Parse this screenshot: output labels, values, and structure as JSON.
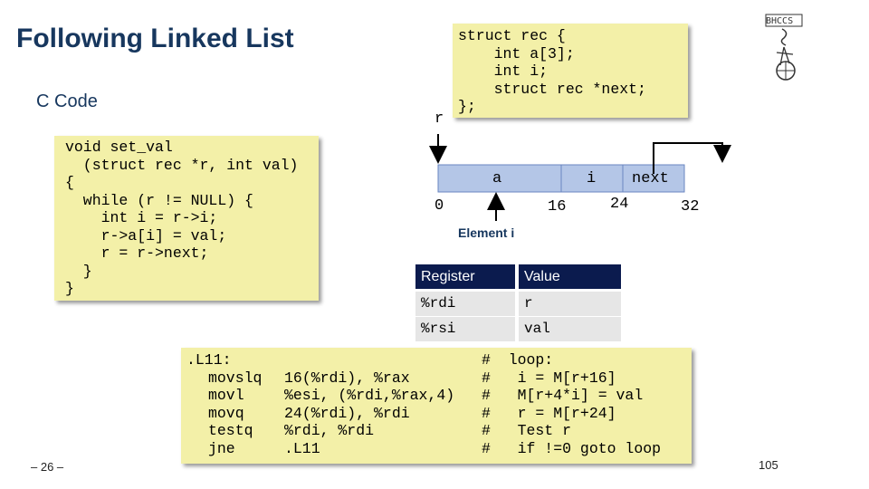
{
  "title": "Following Linked List",
  "subtitle": "C Code",
  "struct_code": [
    "struct rec {",
    "    int a[3];",
    "    int i;",
    "    struct rec *next;",
    "};"
  ],
  "pointer_label": "r",
  "c_code": [
    "void set_val",
    "  (struct rec *r, int val)",
    "{",
    "  while (r != NULL) {",
    "    int i = r->i;",
    "    r->a[i] = val;",
    "    r = r->next;",
    "  }",
    "}"
  ],
  "memory_layout": {
    "fields": [
      "a",
      "i",
      "next"
    ],
    "offsets": [
      "0",
      "16",
      "24",
      "32"
    ],
    "element_label": "Element i"
  },
  "register_table": {
    "headers": [
      "Register",
      "Value"
    ],
    "rows": [
      [
        "%rdi",
        "r"
      ],
      [
        "%rsi",
        "val"
      ]
    ]
  },
  "asm_code": {
    "label_line": ".L11:",
    "instructions": [
      {
        "op": "movslq",
        "args": "16(%rdi), %rax",
        "comment": "#   i = M[r+16]"
      },
      {
        "op": "movl",
        "args": "%esi, (%rdi,%rax,4)",
        "comment": "#   M[r+4*i] = val"
      },
      {
        "op": "movq",
        "args": "24(%rdi), %rdi",
        "comment": "#   r = M[r+24]"
      },
      {
        "op": "testq",
        "args": "%rdi, %rdi",
        "comment": "#   Test r"
      },
      {
        "op": "jne",
        "args": ".L11",
        "comment": "#   if !=0 goto loop"
      }
    ],
    "first_comment": "#  loop:"
  },
  "footer": {
    "page_label": "– 26 –",
    "slide_number": "105"
  },
  "colors": {
    "title": "#17375e",
    "code_box": "#f3f0a8",
    "struct_cell": "#b4c6e7",
    "table_header": "#0b1b4e",
    "table_row": "#e6e6e6"
  }
}
